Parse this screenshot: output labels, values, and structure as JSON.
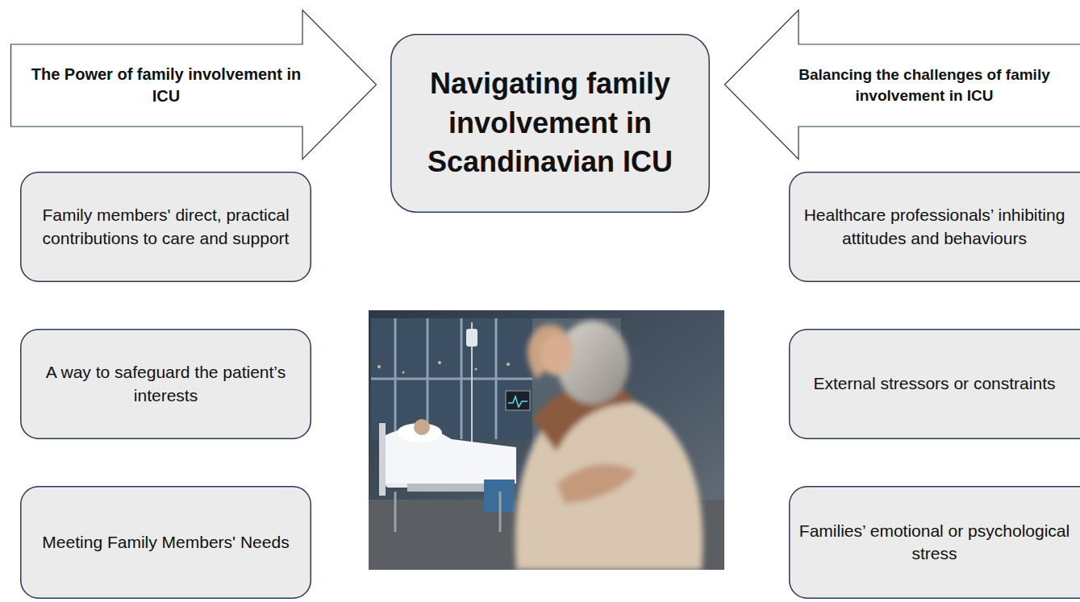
{
  "diagram": {
    "nodes": [
      {
        "text": [
          "The Power of family involvement in ICU"
        ]
      },
      {
        "text": [
          "Navigating family involvement in Scandinavian ICU"
        ]
      },
      {
        "text": [
          "Balancing the challenges of family involvement in ICU"
        ]
      },
      {
        "text": [
          "Family members' direct, practical contributions to care and support"
        ]
      },
      {
        "text": [
          "Healthcare professionals’ inhibiting attitudes and behaviours"
        ]
      },
      {
        "text": [
          "A way to safeguard the patient’s interests"
        ]
      },
      {
        "text": [
          "External stressors or constraints"
        ]
      },
      {
        "text": [
          "Meeting Family Members' Needs"
        ]
      },
      {
        "text": [
          "Families’ emotional or psychological stress"
        ]
      }
    ]
  }
}
